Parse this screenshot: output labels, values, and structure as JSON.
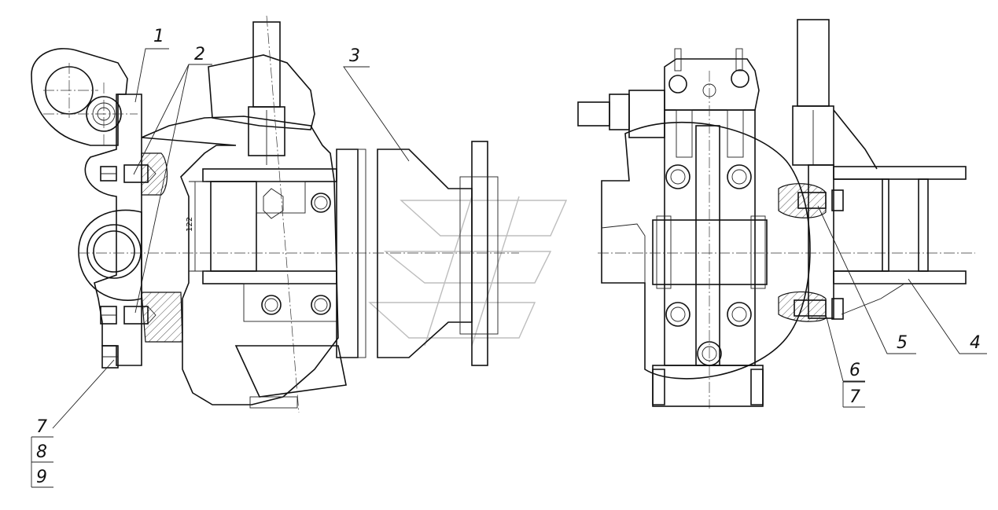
{
  "drawing": {
    "callouts": {
      "c1": "1",
      "c2": "2",
      "c3": "3",
      "c4": "4",
      "c5": "5",
      "c6": "6",
      "c7_right": "7",
      "c7_left": "7",
      "c8": "8",
      "c9": "9"
    },
    "dimension_122": "122"
  }
}
